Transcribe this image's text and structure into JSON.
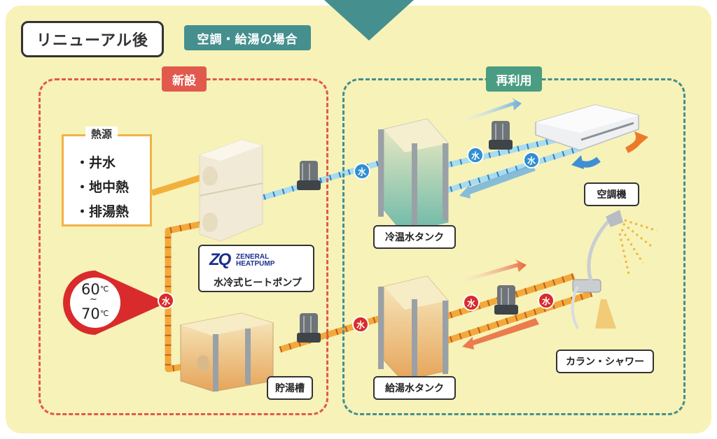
{
  "header": {
    "title": "リニューアル後",
    "subtitle": "空調・給湯の場合"
  },
  "zones": {
    "new_label": "新設",
    "reuse_label": "再利用"
  },
  "heat_source": {
    "heading": "熱源",
    "items": [
      "・井水",
      "・地中熱",
      "・排湯熱"
    ]
  },
  "heat_pump": {
    "logo_mark": "ZQ",
    "brand_line1": "ZENERAL",
    "brand_line2": "HEATPUMP",
    "name": "水冷式ヒートポンプ"
  },
  "temperature": {
    "high": "60",
    "tilde": "~",
    "low": "70",
    "unit": "℃"
  },
  "labels": {
    "cold_tank": "冷温水タンク",
    "aircon": "空調機",
    "hot_tank": "給湯水タンク",
    "storage": "貯湯槽",
    "faucet": "カラン・シャワー"
  },
  "water_marker": "水",
  "colors": {
    "panel": "#f7f2b8",
    "teal": "#458f8e",
    "red": "#e05a4a",
    "orange_pipe": "#f2a93b",
    "blue_pipe": "#8ccfe8",
    "blue_water": "#2f8fd1",
    "red_water": "#d92b2b"
  }
}
